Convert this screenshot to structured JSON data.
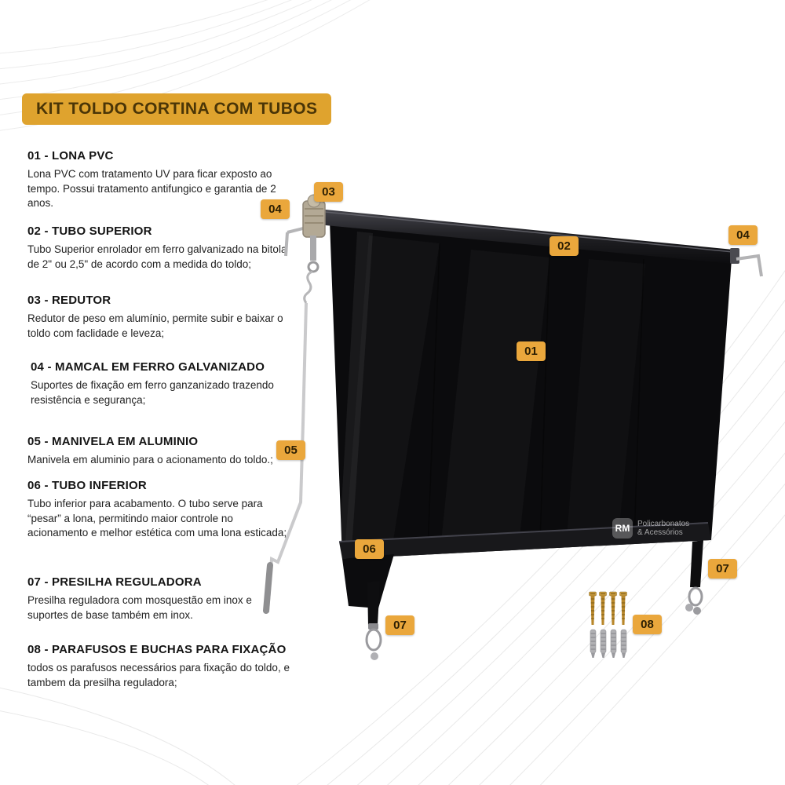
{
  "title": "KIT TOLDO CORTINA COM TUBOS",
  "sections": [
    {
      "heading": "01 - LONA PVC",
      "body": "Lona PVC com tratamento UV para ficar exposto ao tempo. Possui tratamento antifungico e garantia de 2 anos."
    },
    {
      "heading": "02 - TUBO SUPERIOR",
      "body": "Tubo Superior enrolador em ferro galvanizado na bitola de 2\" ou 2,5\" de acordo com a medida do toldo;"
    },
    {
      "heading": "03 - REDUTOR",
      "body": "Redutor de peso em alumínio, permite subir e baixar o toldo com faclidade e leveza;"
    },
    {
      "heading": "04 - MAMCAL EM FERRO GALVANIZADO",
      "body": "Suportes de fixação em ferro ganzanizado trazendo resistência e segurança;"
    },
    {
      "heading": "05 - MANIVELA EM ALUMINIO",
      "body": "Manivela em aluminio para o acionamento do toldo.;"
    },
    {
      "heading": "06 - TUBO INFERIOR",
      "body": "Tubo inferior para acabamento. O tubo serve para “pesar” a lona, permitindo maior controle no acionamento e melhor estética com uma lona esticada;"
    },
    {
      "heading": "07 - PRESILHA REGULADORA",
      "body": "Presilha reguladora com mosquestão em inox e suportes de base também em inox."
    },
    {
      "heading": "08 - PARAFUSOS E BUCHAS PARA FIXAÇÃO",
      "body": "todos os parafusos necessários para fixação do toldo, e tambem da presilha reguladora;"
    }
  ],
  "badges": {
    "b03": "03",
    "b04_left": "04",
    "b02": "02",
    "b04_right": "04",
    "b01": "01",
    "b05": "05",
    "b06": "06",
    "b07_left": "07",
    "b07_right": "07",
    "b08": "08"
  },
  "watermark": {
    "initials": "RM",
    "line1": "Policarbonatos",
    "line2": "& Acessórios"
  },
  "colors": {
    "title_bg": "#DFA32E",
    "title_text": "#4a3507",
    "badge_bg": "#EAA73C",
    "badge_text": "#2b1e03",
    "lona": "#0b0b0d",
    "background": "#ffffff"
  }
}
